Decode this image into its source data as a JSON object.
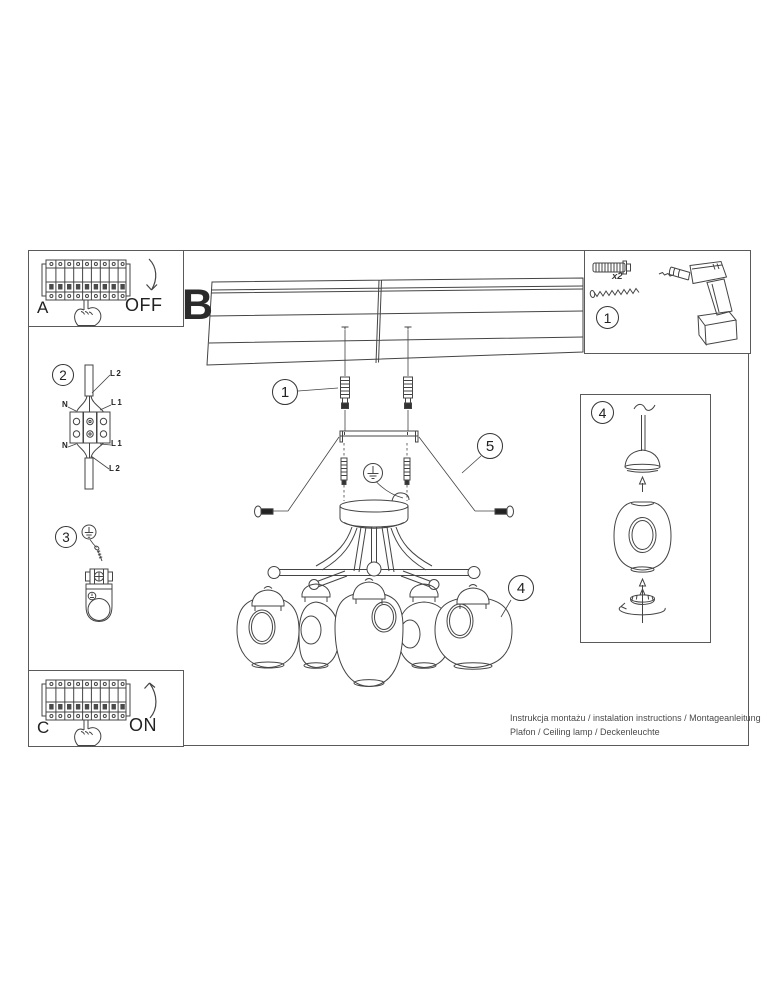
{
  "sections": {
    "a": "A",
    "b": "B",
    "c": "C"
  },
  "breaker": {
    "off": "OFF",
    "on": "ON"
  },
  "callouts": {
    "one": "1",
    "two": "2",
    "three": "3",
    "four": "4",
    "five": "5"
  },
  "kit": {
    "quantity": "x2"
  },
  "wiring": {
    "top": {
      "l2": "L2",
      "n": "N",
      "l1": "L1"
    },
    "bottom": {
      "n": "N",
      "l1": "L1",
      "l2": "L2"
    }
  },
  "footer": {
    "line1": "Instrukcja montażu / instalation instructions / Montageanleitung",
    "line2": "Plafon / Ceiling lamp / Deckenleuchte"
  },
  "colors": {
    "line": "#444444",
    "border": "#555555",
    "text": "#4a4a4a"
  }
}
